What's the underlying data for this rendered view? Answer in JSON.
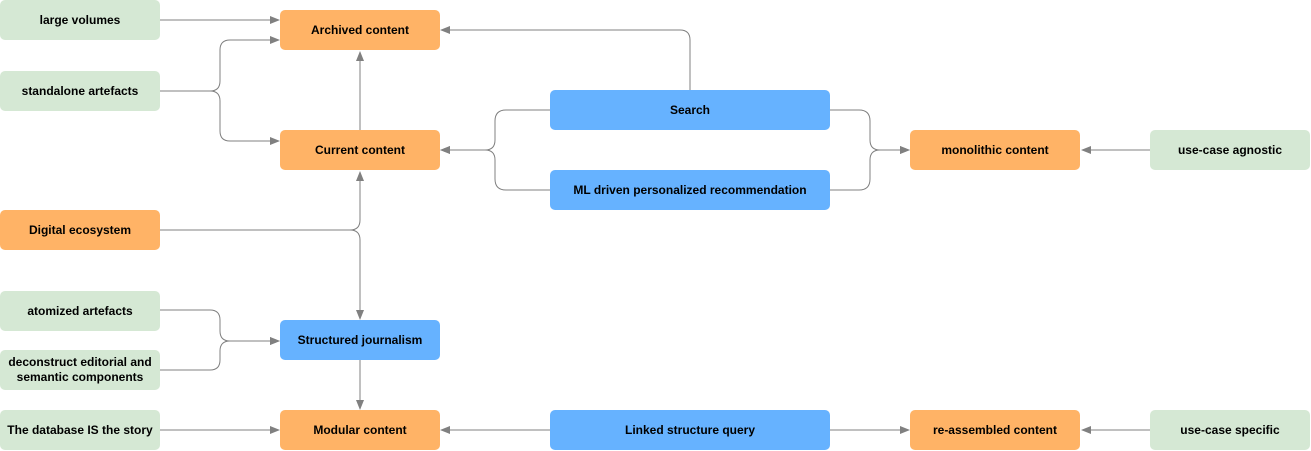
{
  "nodes": {
    "large_volumes": "large volumes",
    "standalone_artefacts": "standalone artefacts",
    "archived_content": "Archived content",
    "current_content": "Current content",
    "digital_ecosystem": "Digital ecosystem",
    "atomized_artefacts": "atomized artefacts",
    "deconstruct": "deconstruct editorial and semantic components",
    "structured_journalism": "Structured journalism",
    "database_story": "The database IS the story",
    "modular_content": "Modular content",
    "search": "Search",
    "ml_recommendation": "ML driven personalized recommendation",
    "linked_query": "Linked structure query",
    "monolithic_content": "monolithic content",
    "reassembled_content": "re-assembled content",
    "use_case_agnostic": "use-case agnostic",
    "use_case_specific": "use-case specific"
  },
  "colors": {
    "input": "#d5e8d4",
    "content": "#ffb366",
    "process": "#66b2ff",
    "edge": "#808080"
  }
}
